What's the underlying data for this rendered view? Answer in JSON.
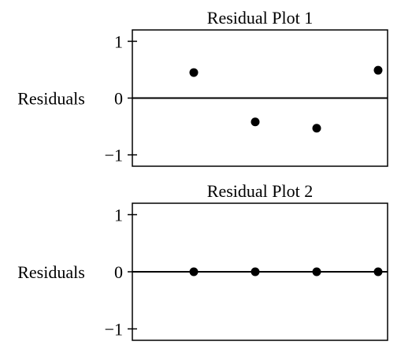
{
  "chart_data": [
    {
      "type": "scatter",
      "title": "Residual Plot 1",
      "ylabel": "Residuals",
      "xlabel": "",
      "ylim": [
        -1.2,
        1.2
      ],
      "yticks": [
        {
          "value": 1,
          "label": "1"
        },
        {
          "value": 0,
          "label": "0"
        },
        {
          "value": -1,
          "label": "−1"
        }
      ],
      "x": [
        1,
        2,
        3,
        4
      ],
      "y": [
        0.45,
        -0.42,
        -0.53,
        0.49
      ],
      "zero_line": true,
      "grid": false
    },
    {
      "type": "scatter",
      "title": "Residual Plot 2",
      "ylabel": "Residuals",
      "xlabel": "",
      "ylim": [
        -1.2,
        1.2
      ],
      "yticks": [
        {
          "value": 1,
          "label": "1"
        },
        {
          "value": 0,
          "label": "0"
        },
        {
          "value": -1,
          "label": "−1"
        }
      ],
      "x": [
        1,
        2,
        3,
        4
      ],
      "y": [
        0,
        0,
        0,
        0
      ],
      "zero_line": true,
      "grid": false
    }
  ],
  "colors": {
    "ink": "#000000",
    "background": "#ffffff"
  }
}
